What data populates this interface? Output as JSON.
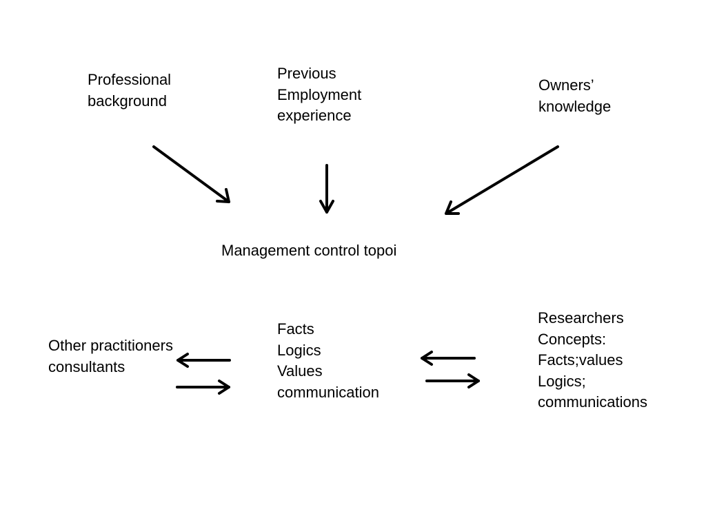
{
  "nodes": {
    "professional_background": {
      "lines": [
        "Professional",
        "background"
      ]
    },
    "previous_employment": {
      "lines": [
        "Previous",
        "Employment",
        "experience"
      ]
    },
    "owners_knowledge": {
      "lines": [
        "Owners’",
        "knowledge"
      ]
    },
    "management_control": {
      "lines": [
        "Management control topoi"
      ]
    },
    "other_practitioners": {
      "lines": [
        "Other practitioners",
        "consultants"
      ]
    },
    "center_items": {
      "lines": [
        "Facts",
        "Logics",
        "Values",
        "communication"
      ]
    },
    "researchers": {
      "lines": [
        "Researchers",
        "Concepts:",
        "Facts;values",
        "Logics;",
        "communications"
      ]
    }
  },
  "colors": {
    "text": "#000000",
    "arrow": "#000000",
    "background": "#ffffff"
  }
}
